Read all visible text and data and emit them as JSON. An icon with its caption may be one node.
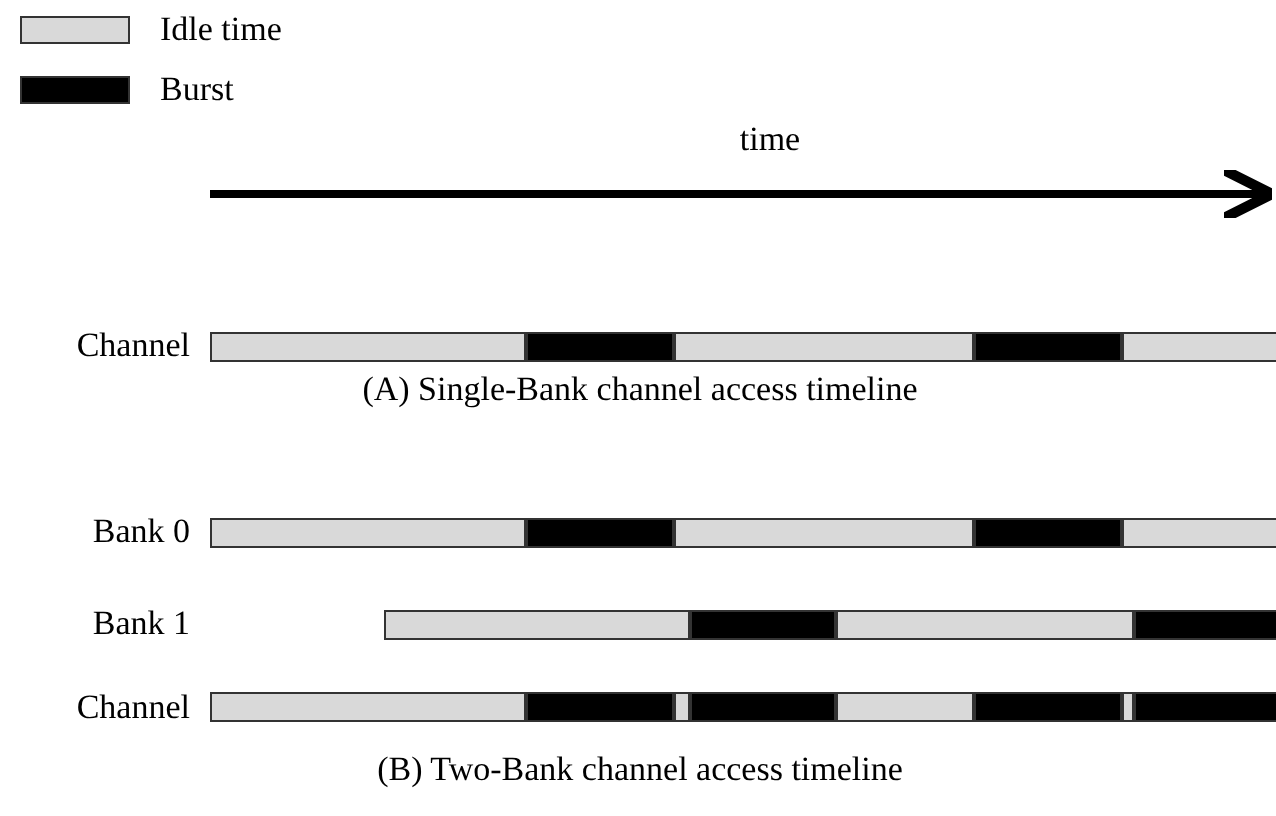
{
  "diagram": {
    "labels": [
      "time",
      "Channel",
      "(A) Single-Bank channel access timeline",
      "Bank 0",
      "Bank 1",
      "Channel",
      "(B) Two-Bank channel access timeline"
    ],
    "legend": [
      {
        "text": "Idle time",
        "color": "#d9d9d9"
      },
      {
        "text": "Burst",
        "color": "#000000"
      }
    ]
  }
}
